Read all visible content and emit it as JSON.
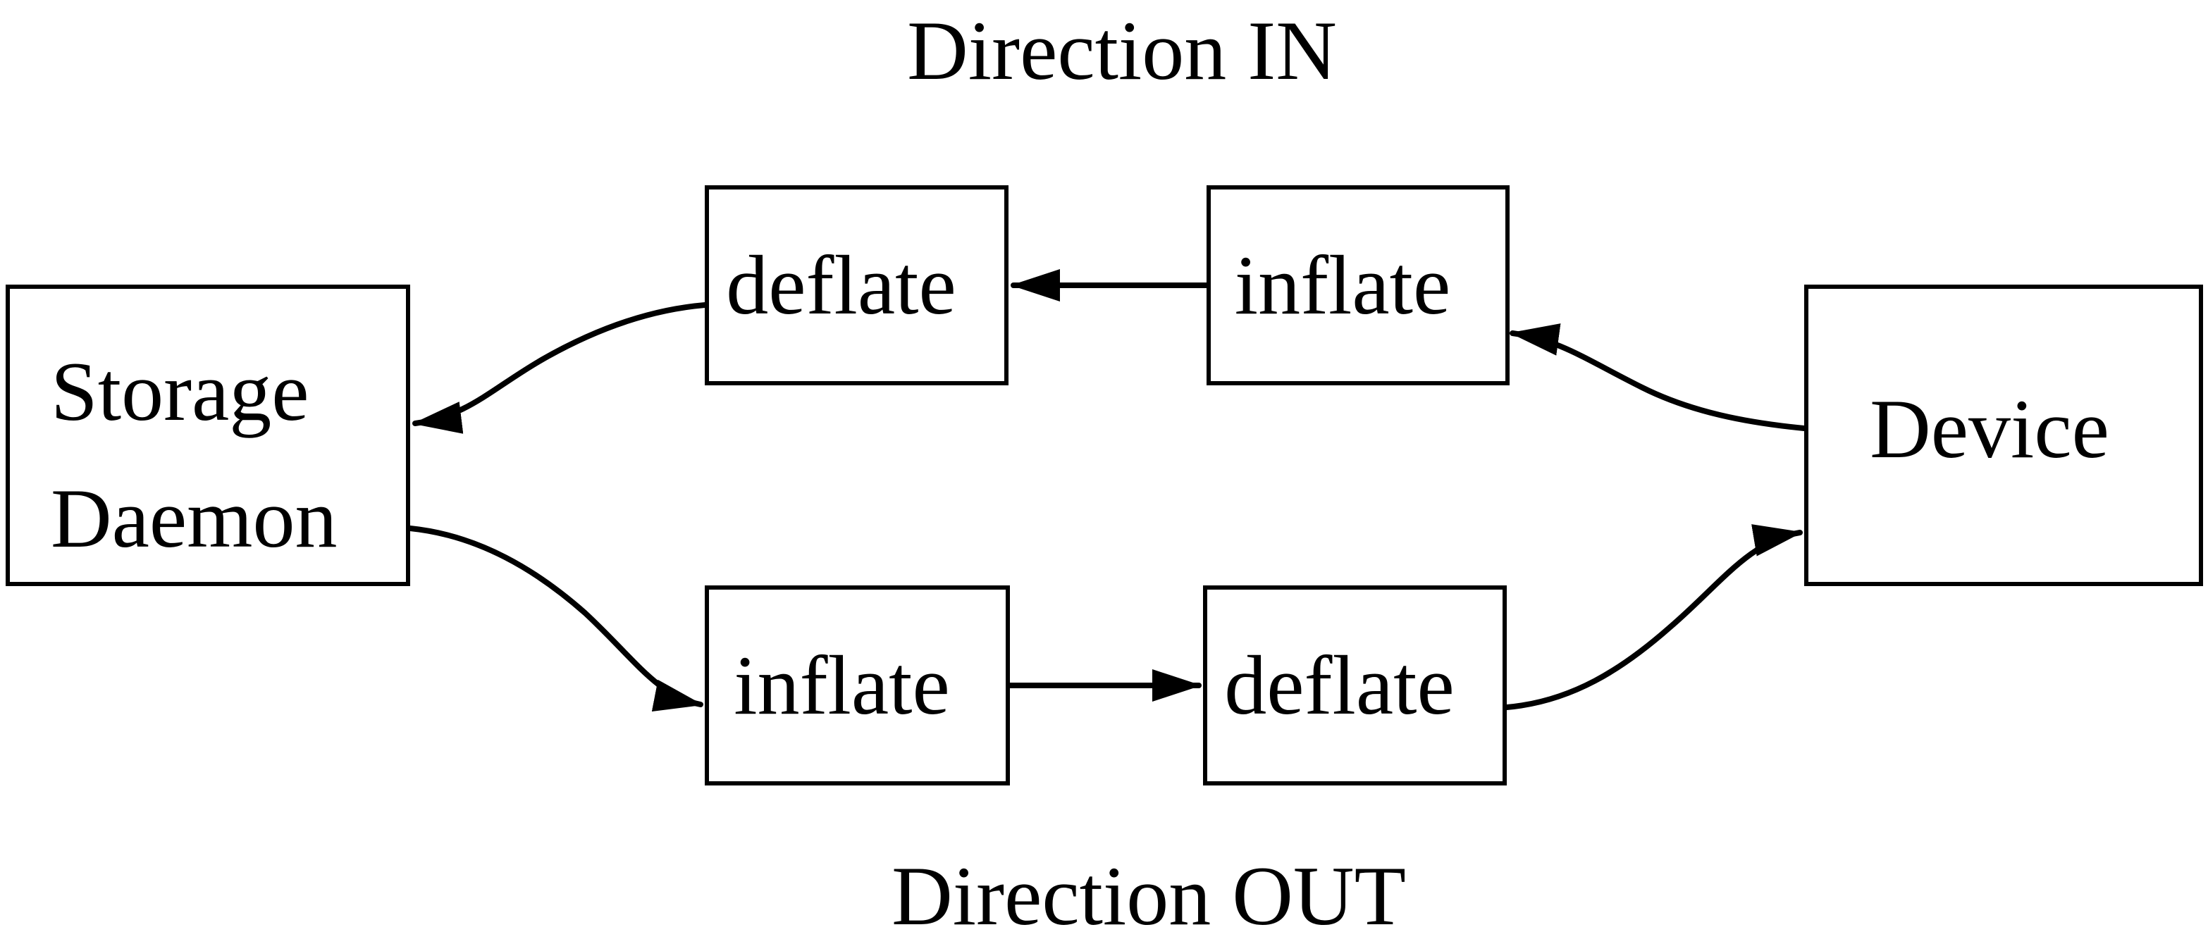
{
  "diagram": {
    "background_color": "#ffffff",
    "ink_color": "#000000",
    "titles": {
      "direction_in": "Direction IN",
      "direction_out": "Direction OUT"
    },
    "nodes": {
      "storage_daemon": {
        "label_line1": "Storage",
        "label_line2": "Daemon"
      },
      "deflate_in": {
        "label": "deflate"
      },
      "inflate_in": {
        "label": "inflate"
      },
      "inflate_out": {
        "label": "inflate"
      },
      "deflate_out": {
        "label": "deflate"
      },
      "device": {
        "label": "Device"
      }
    },
    "edges": [
      {
        "name": "device-to-inflate-in",
        "from": "device",
        "to": "inflate_in",
        "direction": "IN"
      },
      {
        "name": "inflate-in-to-deflate-in",
        "from": "inflate_in",
        "to": "deflate_in",
        "direction": "IN"
      },
      {
        "name": "deflate-in-to-storage-daemon",
        "from": "deflate_in",
        "to": "storage_daemon",
        "direction": "IN"
      },
      {
        "name": "storage-daemon-to-inflate-out",
        "from": "storage_daemon",
        "to": "inflate_out",
        "direction": "OUT"
      },
      {
        "name": "inflate-out-to-deflate-out",
        "from": "inflate_out",
        "to": "deflate_out",
        "direction": "OUT"
      },
      {
        "name": "deflate-out-to-device",
        "from": "deflate_out",
        "to": "device",
        "direction": "OUT"
      }
    ]
  }
}
